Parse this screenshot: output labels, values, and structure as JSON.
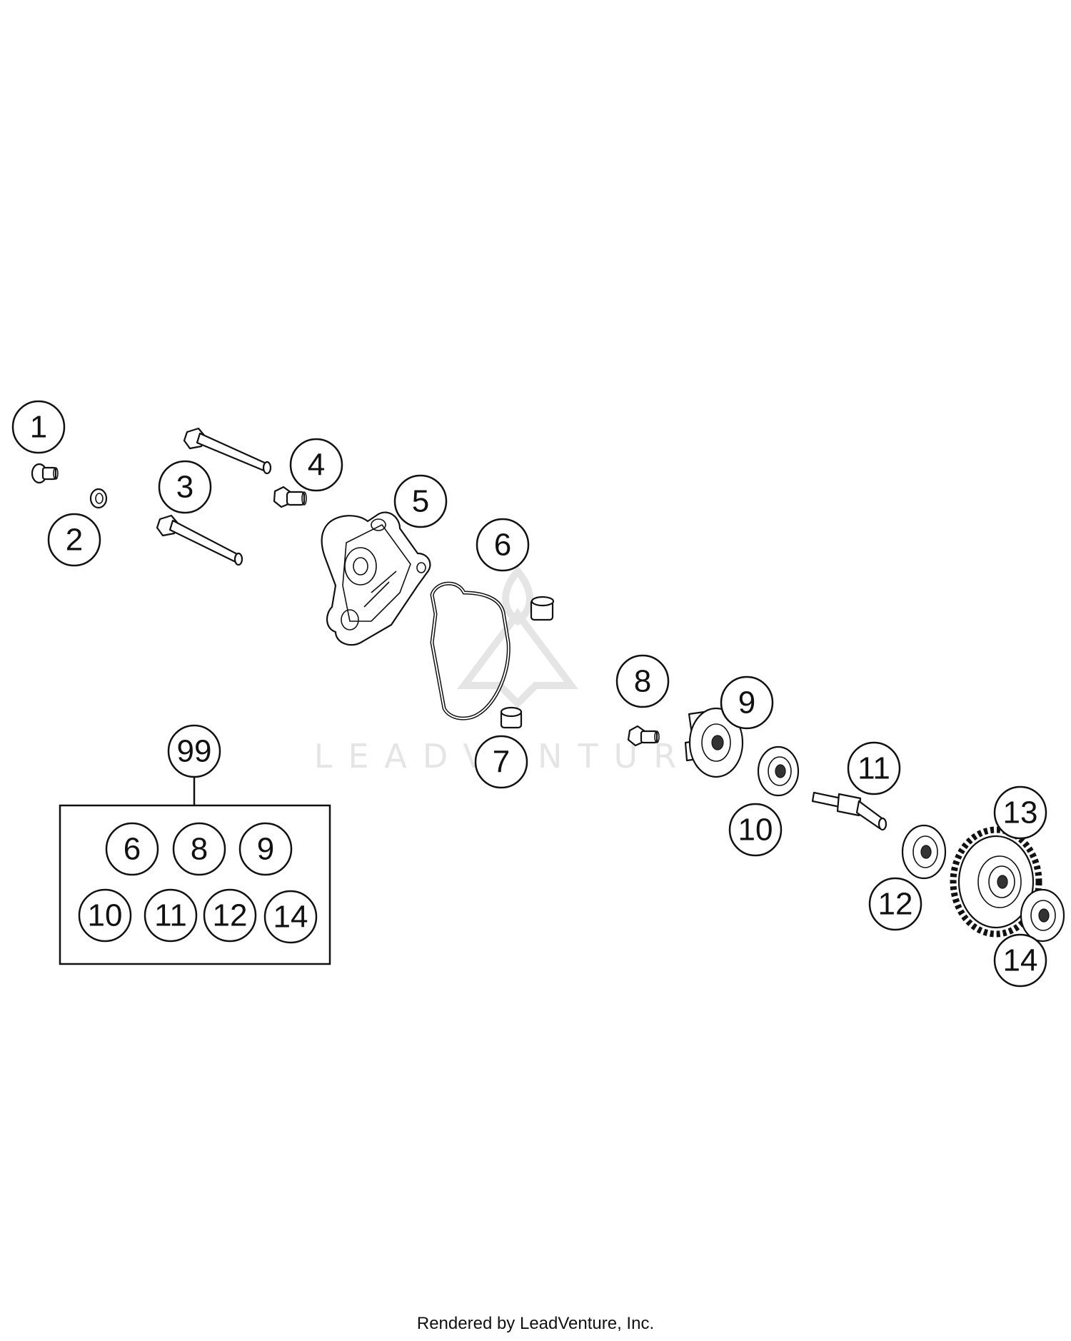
{
  "callouts": [
    "1",
    "2",
    "3",
    "4",
    "5",
    "6",
    "7",
    "8",
    "9",
    "10",
    "11",
    "12",
    "13",
    "14",
    "99"
  ],
  "kit": {
    "label": "99",
    "row1": [
      "6",
      "8",
      "9"
    ],
    "row2": [
      "10",
      "11",
      "12",
      "14"
    ]
  },
  "watermark": "LEADVENTURE",
  "footer": "Rendered by LeadVenture, Inc."
}
